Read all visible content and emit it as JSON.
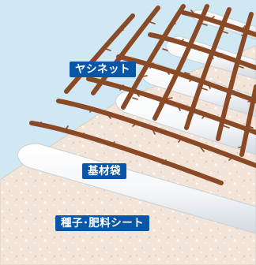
{
  "labels": {
    "coconut_net": "ヤシネット",
    "base_bag": "基材袋",
    "seed_fertilizer_sheet": "種子･肥料シート"
  },
  "colors": {
    "sky": "#cfe8f4",
    "net_brown": "#8a4a26",
    "bag_white": "#ffffff",
    "bag_shade": "#d6dde2",
    "sheet": "#f3e6da",
    "label_bg": "#0a56a6",
    "label_text": "#ffffff"
  }
}
